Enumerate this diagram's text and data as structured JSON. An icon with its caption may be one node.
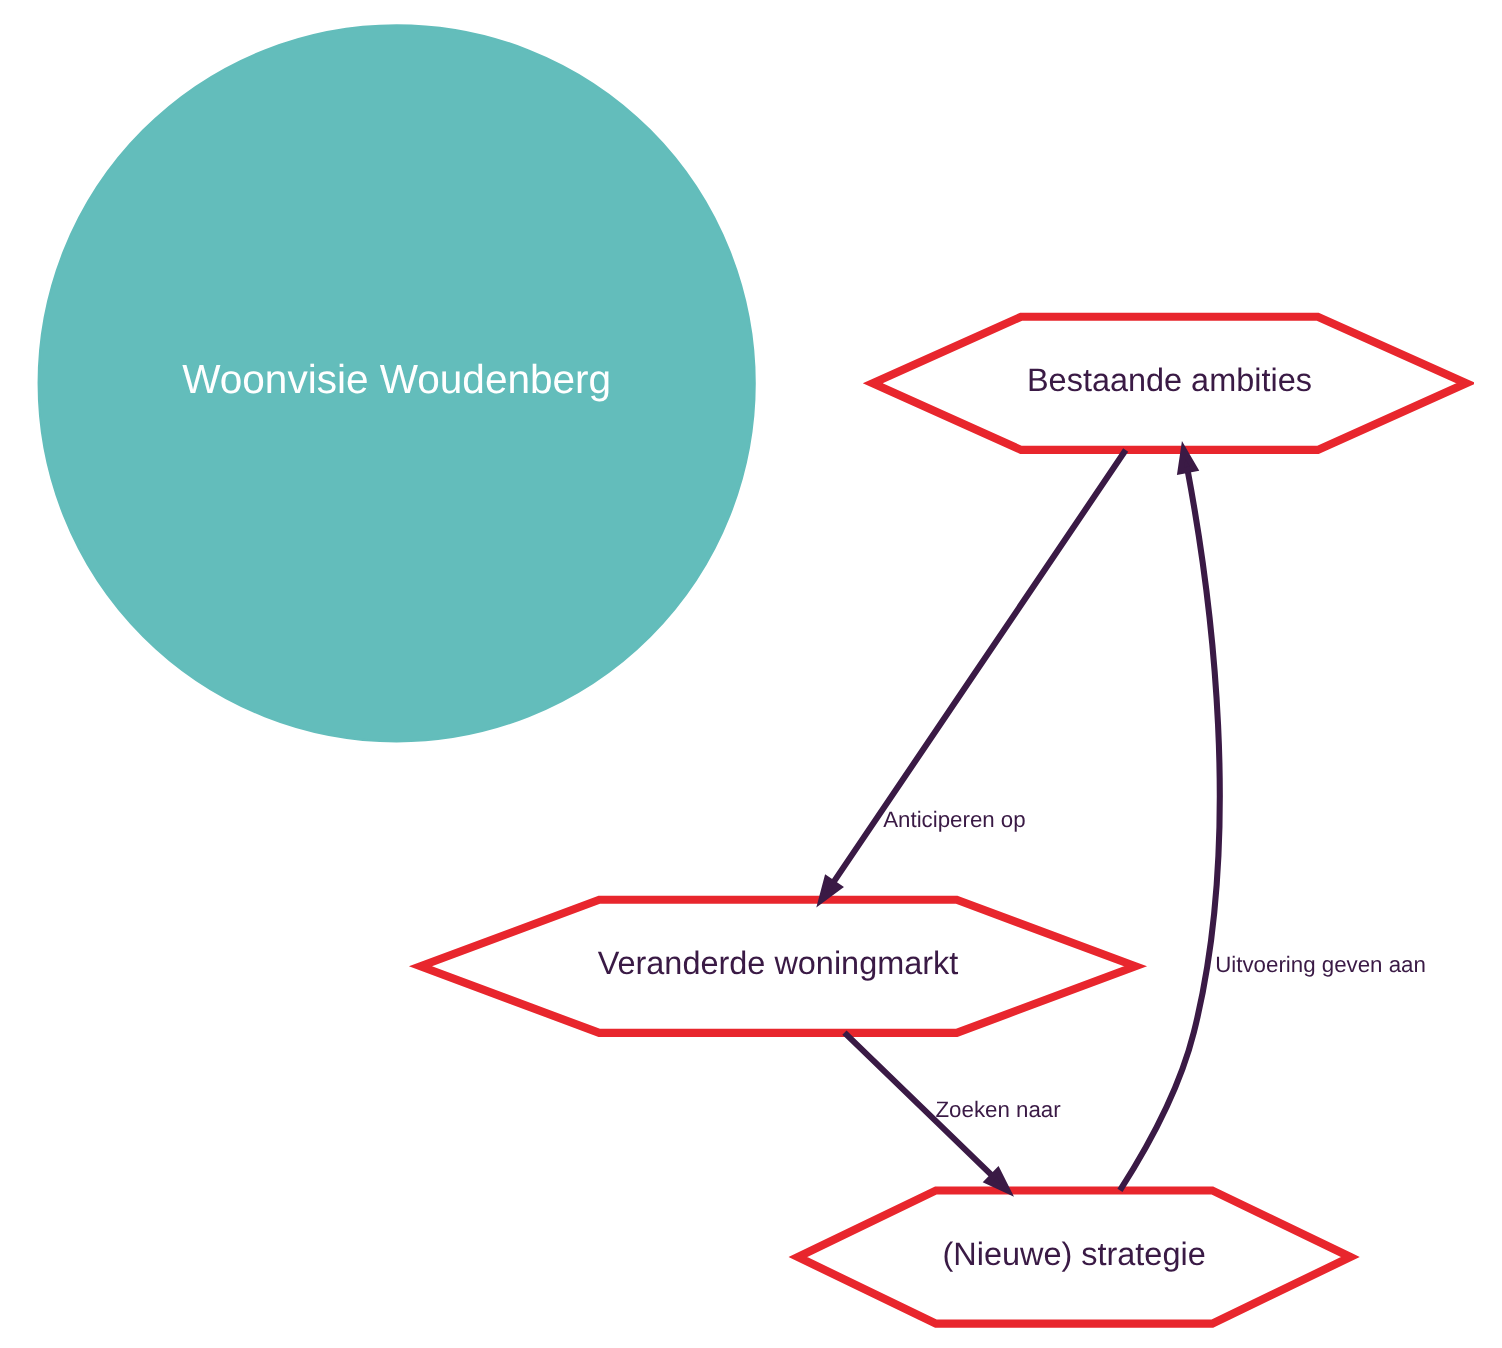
{
  "diagram": {
    "nodes": [
      {
        "text": [
          "Woonvisie Woudenberg"
        ]
      },
      {
        "text": [
          "Bestaande ambities"
        ]
      },
      {
        "text": [
          "Veranderde woningmarkt"
        ]
      },
      {
        "text": [
          "(Nieuwe) strategie"
        ]
      }
    ],
    "edges": [
      {
        "from": 1,
        "to": 2,
        "arrow": "to",
        "label": "Anticiperen op"
      },
      {
        "from": 2,
        "to": 3,
        "arrow": "to",
        "label": "Zoeken naar"
      },
      {
        "from": 3,
        "to": 1,
        "arrow": "to",
        "label": "Uitvoering geven aan"
      }
    ]
  }
}
